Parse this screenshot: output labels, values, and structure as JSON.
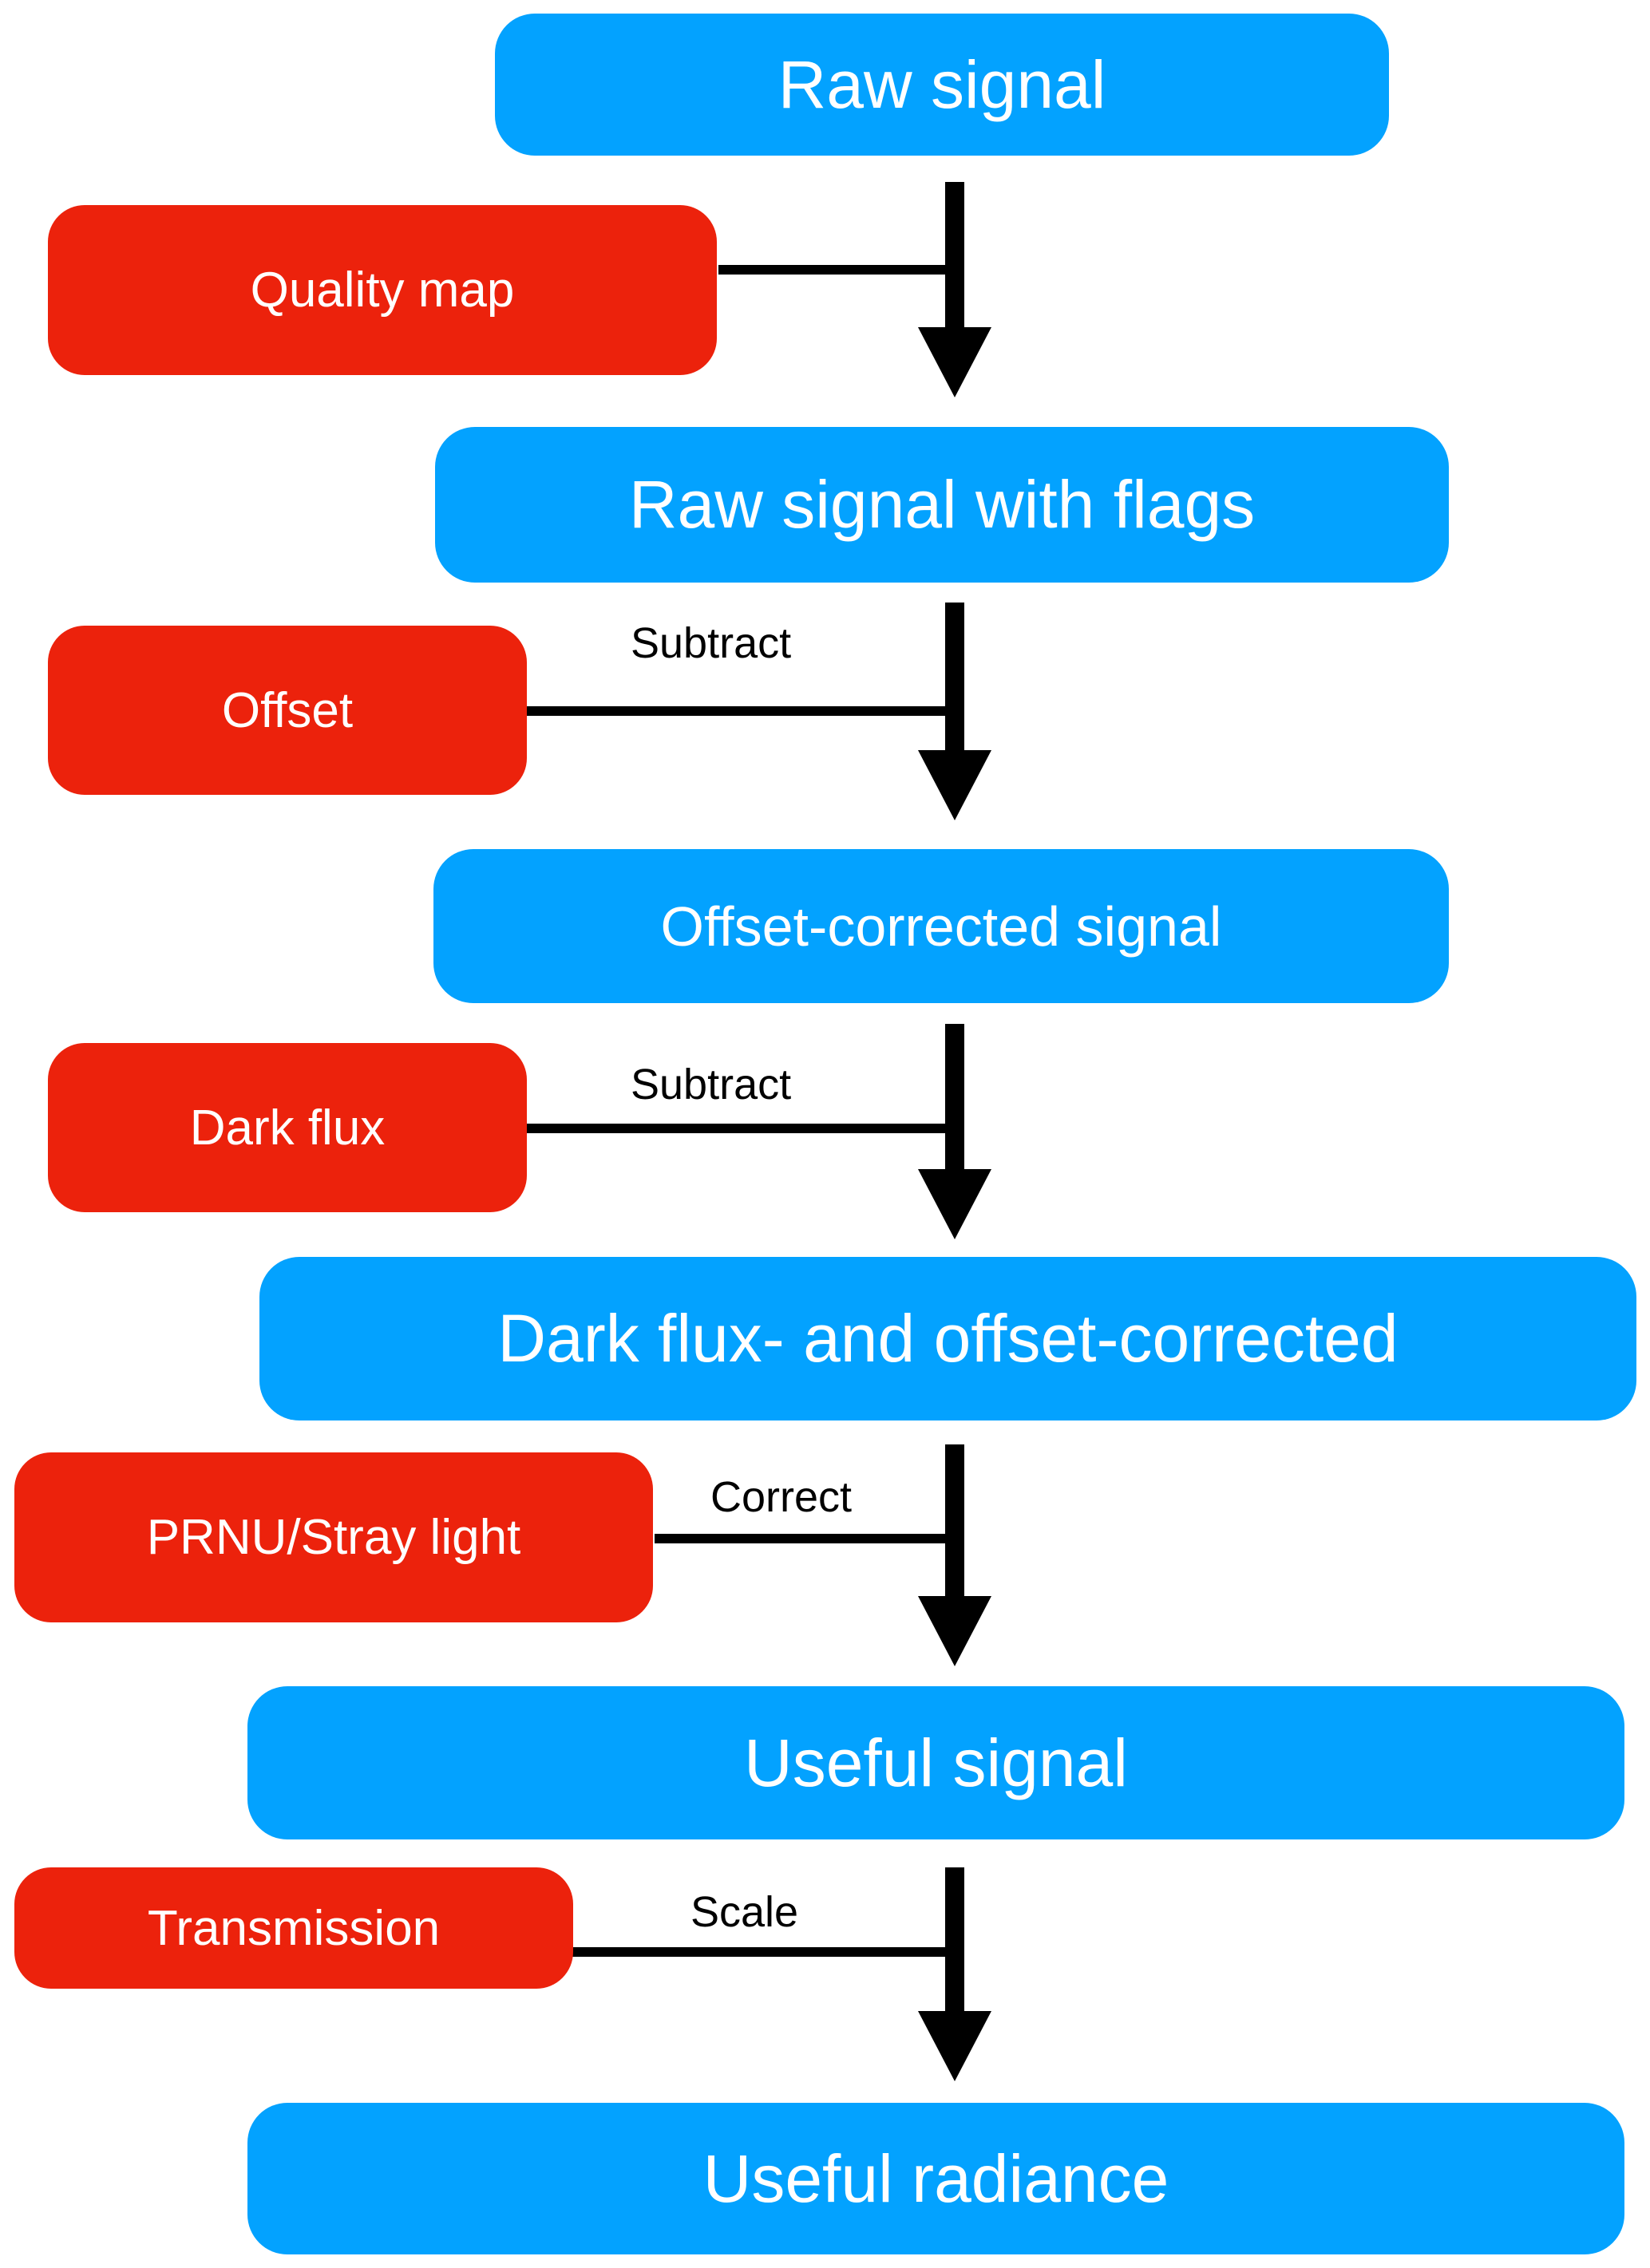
{
  "colors": {
    "stage": "#03A2FF",
    "input": "#EC220C",
    "connector": "#000000",
    "stage_text": "#FFFFFF",
    "op_text": "#000000"
  },
  "stages": [
    {
      "id": "raw-signal",
      "label": "Raw signal"
    },
    {
      "id": "raw-signal-with-flags",
      "label": "Raw signal with flags"
    },
    {
      "id": "offset-corrected-signal",
      "label": "Offset-corrected signal"
    },
    {
      "id": "dark-flux-and-offset-corrected",
      "label": "Dark flux- and offset-corrected"
    },
    {
      "id": "useful-signal",
      "label": "Useful signal"
    },
    {
      "id": "useful-radiance",
      "label": "Useful radiance"
    }
  ],
  "steps": [
    {
      "input": "Quality map",
      "operation": "",
      "from": "Raw signal",
      "to": "Raw signal with flags"
    },
    {
      "input": "Offset",
      "operation": "Subtract",
      "from": "Raw signal with flags",
      "to": "Offset-corrected signal"
    },
    {
      "input": "Dark flux",
      "operation": "Subtract",
      "from": "Offset-corrected signal",
      "to": "Dark flux- and offset-corrected"
    },
    {
      "input": "PRNU/Stray light",
      "operation": "Correct",
      "from": "Dark flux- and offset-corrected",
      "to": "Useful signal"
    },
    {
      "input": "Transmission",
      "operation": "Scale",
      "from": "Useful signal",
      "to": "Useful radiance"
    }
  ]
}
